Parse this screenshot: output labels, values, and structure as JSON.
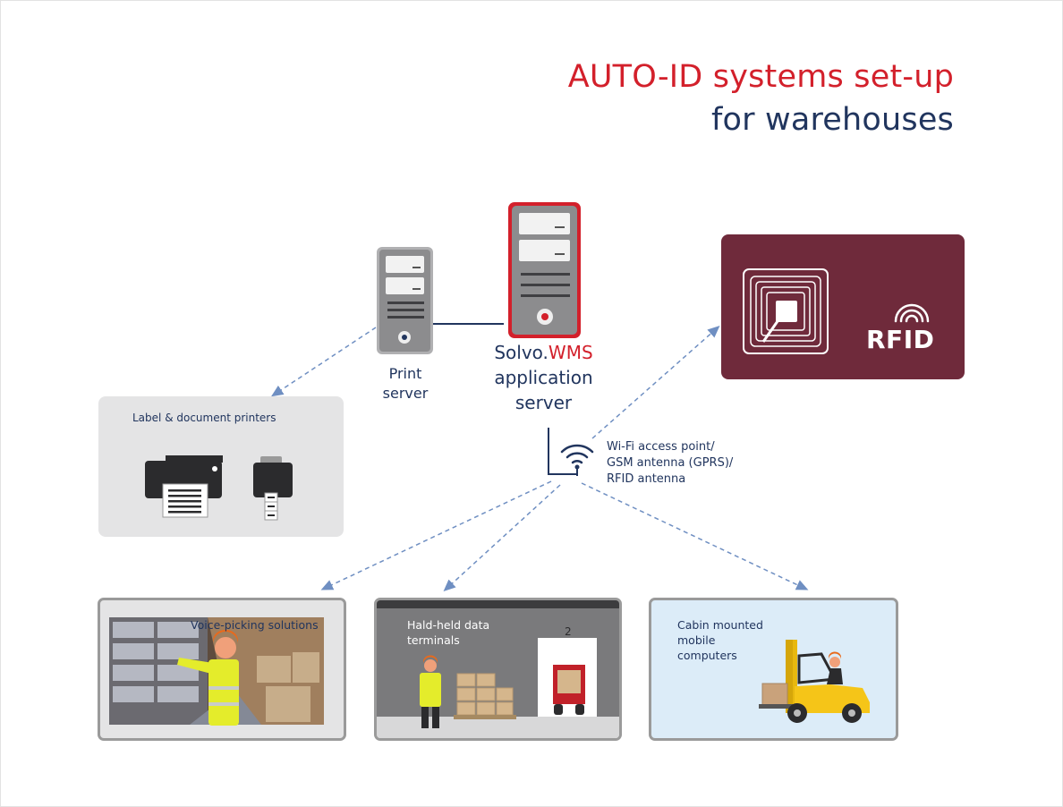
{
  "title": {
    "line1": "AUTO-ID systems set-up",
    "line2": "for warehouses"
  },
  "print_server": {
    "label_line1": "Print",
    "label_line2": "server"
  },
  "app_server": {
    "label_prefix": "Solvo.",
    "label_brand": "WMS",
    "label_line2": "application",
    "label_line3": "server"
  },
  "antenna": {
    "label_line1": "Wi-Fi access point/",
    "label_line2": "GSM antenna (GPRS)/",
    "label_line3": "RFID antenna"
  },
  "rfid": {
    "label": "RFID"
  },
  "printers": {
    "label": "Label & document printers"
  },
  "voice": {
    "label": "Voice-picking solutions"
  },
  "handheld": {
    "label_line1": "Hald-held data",
    "label_line2": "terminals",
    "dock_number": "2"
  },
  "cabin": {
    "label_line1": "Cabin mounted",
    "label_line2": "mobile",
    "label_line3": "computers"
  },
  "colors": {
    "accent_red": "#d3202b",
    "navy": "#21355e",
    "rfid_card": "#6f2a3b",
    "dashed_line": "#6f8fc2"
  },
  "icons": [
    "server-icon",
    "wifi-icon",
    "rfid-tag-icon",
    "wifi-signal-icon",
    "printer-icon",
    "label-printer-icon",
    "forklift-icon"
  ]
}
